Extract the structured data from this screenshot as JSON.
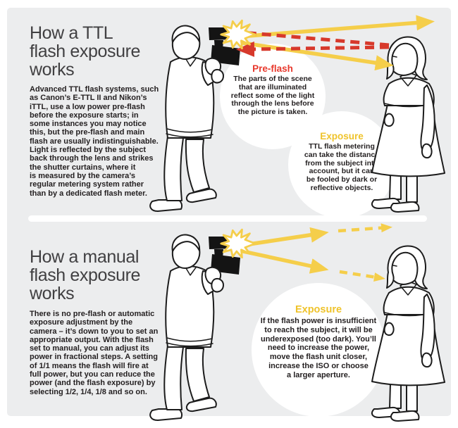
{
  "page": {
    "background": "#FFFFFF",
    "panel_background": "#ECEDEE"
  },
  "colors": {
    "title_gray": "#414042",
    "body_black": "#231F20",
    "preflash_red": "#E8392D",
    "exposure_yellow": "#EFC32B",
    "arrow_yellow": "#F5CE4A",
    "arrow_red": "#D7392B",
    "figure_line": "#1C1C1C",
    "callout_circle": "#FFFFFF"
  },
  "panels": [
    {
      "title": "How a TTL\nflash exposure\nworks",
      "body": "Advanced TTL flash systems, such\nas Canon’s E-TTL II  and Nikon’s\niTTL, use a low power pre-flash\nbefore the exposure starts; in\nsome instances you may notice\nthis, but the pre-flash and main\nflash are usually indistinguishable.\nLight is reflected by the subject\nback through the lens and strikes\nthe shutter curtains, where it\nis measured by the camera’s\nregular metering system rather\nthan by a dedicated flash meter.",
      "callouts": [
        {
          "heading": "Pre-flash",
          "text": "The parts of the scene\nthat are illuminated\nreflect some of the light\nthrough the lens before\nthe picture is taken."
        },
        {
          "heading": "Exposure",
          "text": "TTL flash metering\ncan take the distance\nfrom the subject into\naccount, but it can\nbe fooled by dark or\nreflective objects."
        }
      ]
    },
    {
      "title": "How a manual\nflash exposure\nworks",
      "body": "There is no pre-flash or automatic\nexposure adjustment by the\ncamera – it’s down to you to set an\nappropriate output. With the flash\nset to manual, you can adjust its\npower in fractional steps. A setting\nof 1/1 means the flash will fire at\nfull power, but you can reduce the\npower (and the flash exposure) by\nselecting 1/2, 1/4, 1/8 and so on.",
      "callouts": [
        {
          "heading": "Exposure",
          "text": "If the flash power is insufficient\nto reach the subject, it will be\nunderexposed (too dark). You’ll\nneed to increase the power,\nmove the flash unit closer,\nincrease the ISO or choose\na larger aperture."
        }
      ]
    }
  ],
  "icons": {
    "photographer": "photographer-figure (line art, camera with flash raised to eye)",
    "subject": "subject-figure (woman standing, facing left)",
    "flash_burst": "flash-burst-icon (white starburst, yellow outline)",
    "solid_yellow_arrows": "flash light emitted toward subject",
    "dashed_red_arrow": "pre-flash light reflected back to camera",
    "dashed_yellow_arrows": "weakening flash light (manual mode)"
  }
}
